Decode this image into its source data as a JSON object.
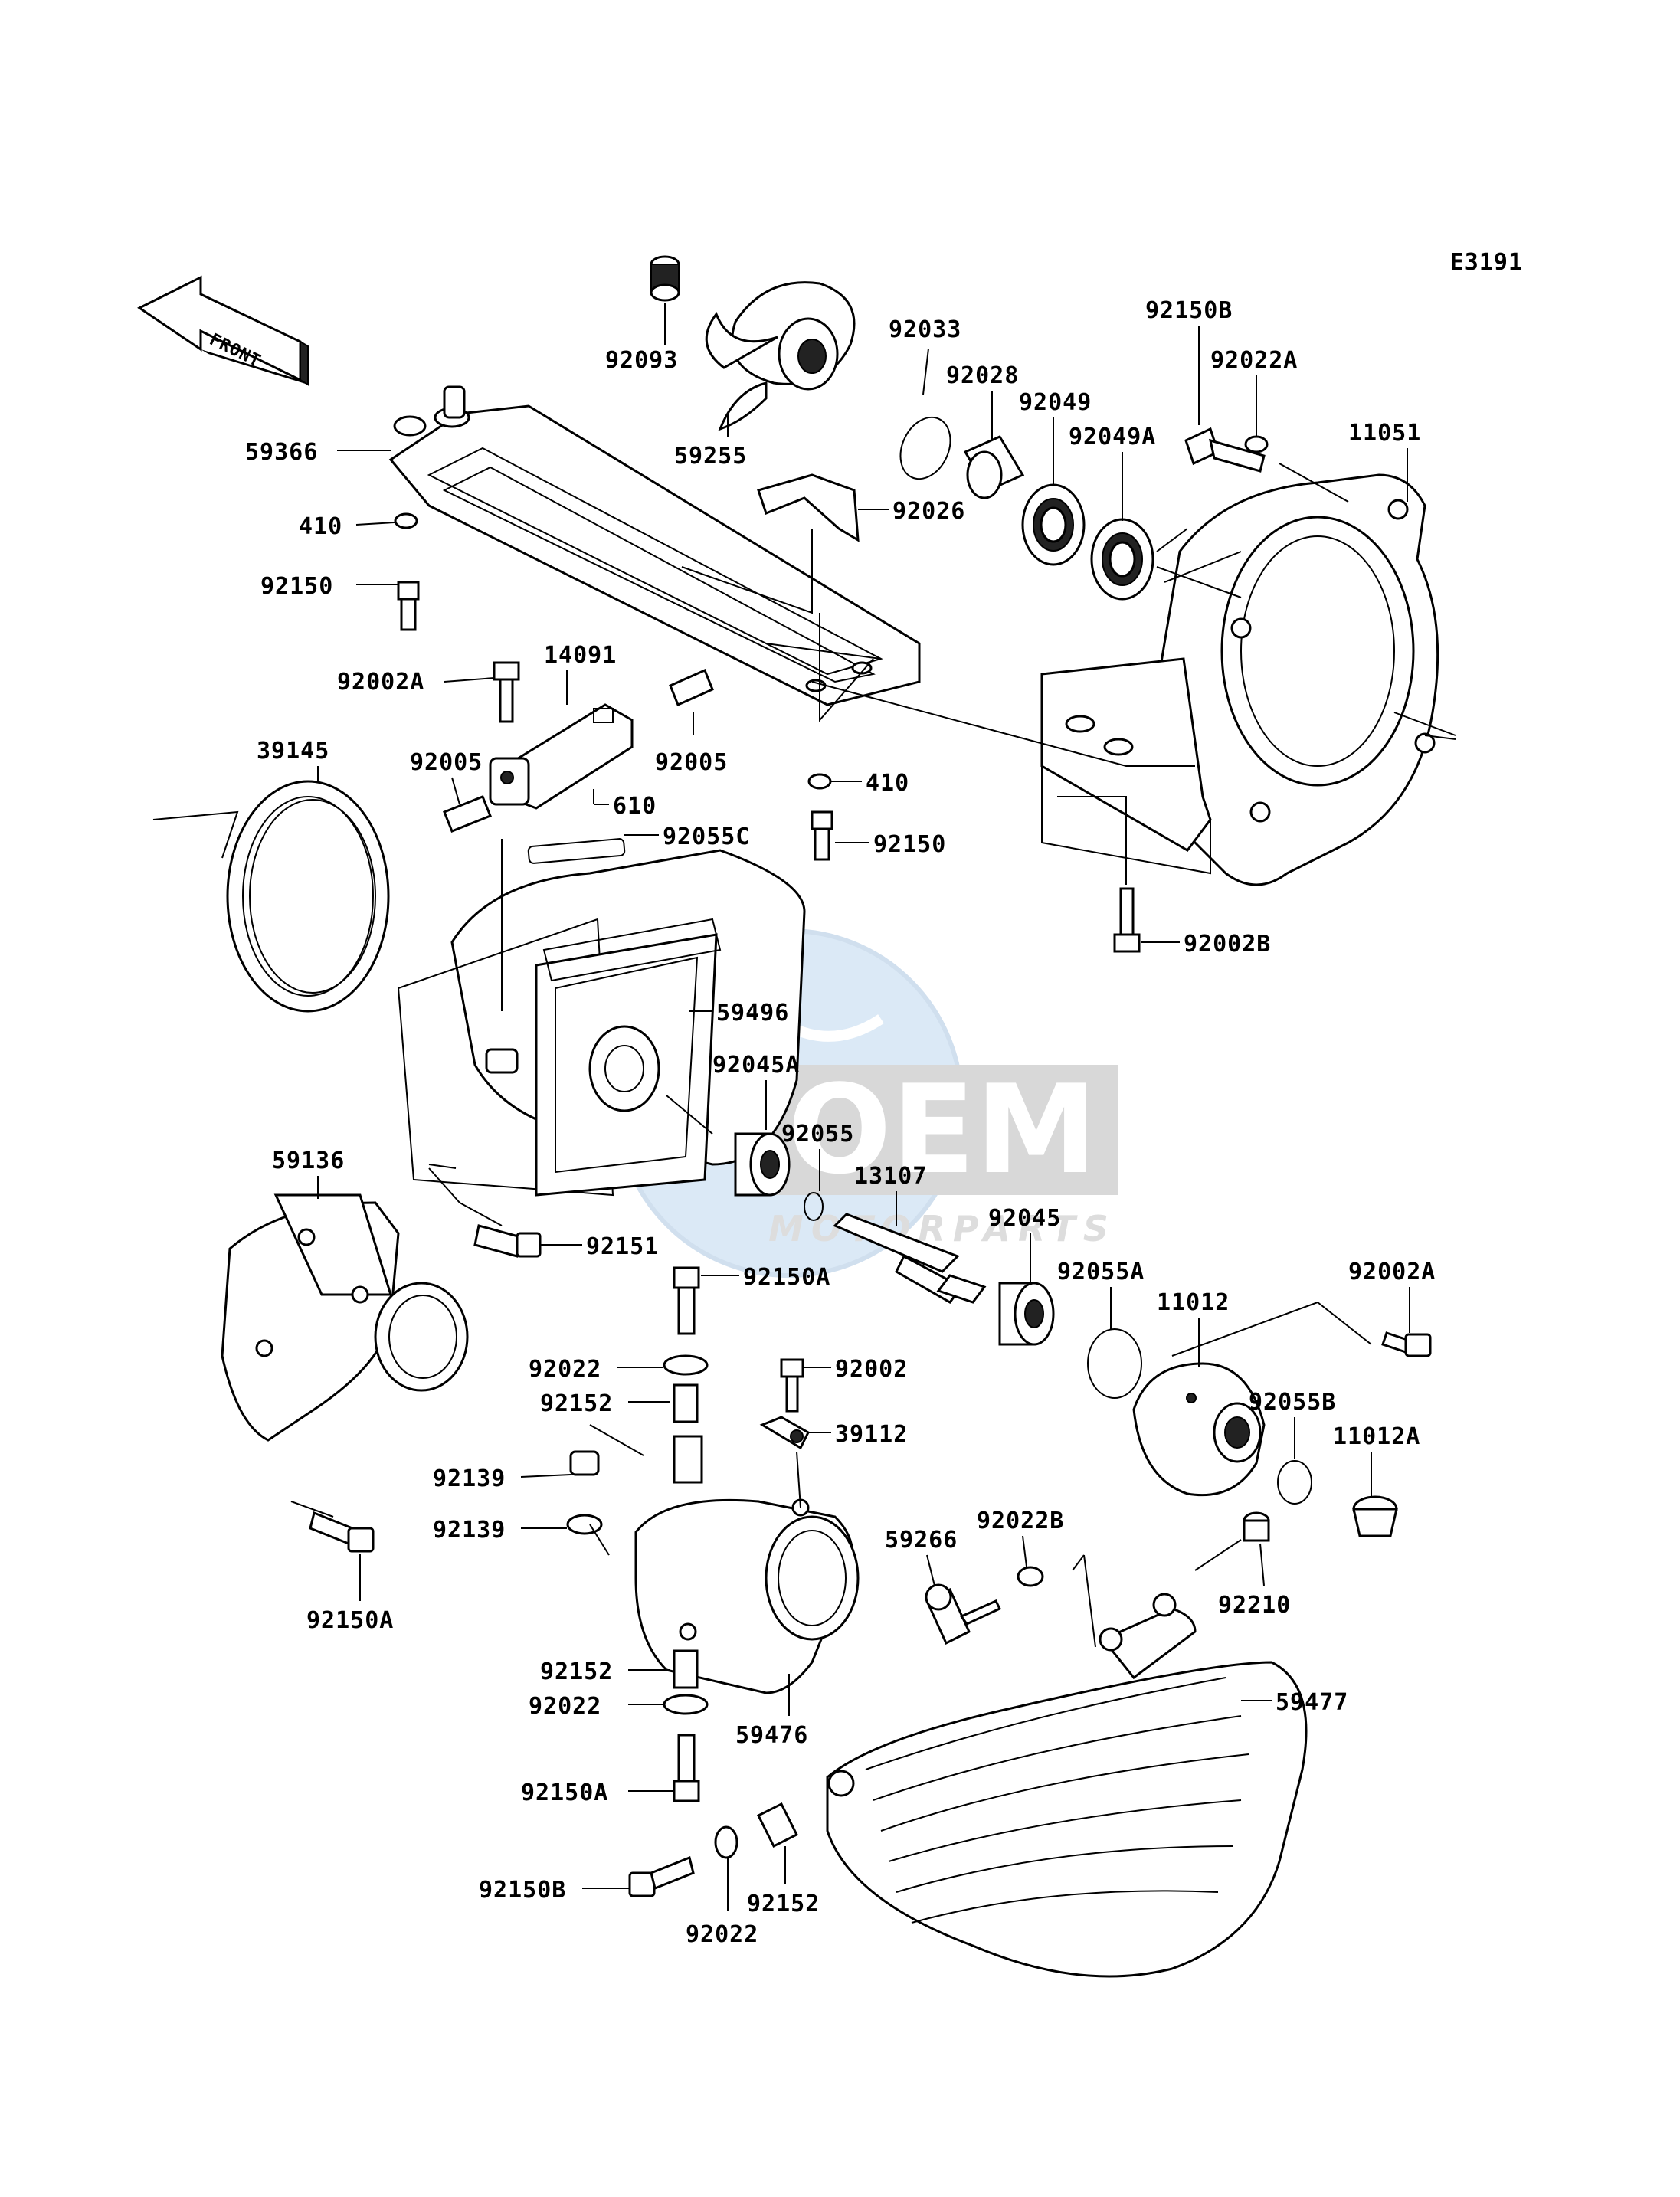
{
  "diagram_code": "E3191",
  "direction_label": "FRONT",
  "watermark": {
    "logo_text": "OEM",
    "subtitle": "MOTORPARTS"
  },
  "part_labels": [
    {
      "id": "92093",
      "name": "92093"
    },
    {
      "id": "59255",
      "name": "59255"
    },
    {
      "id": "92033",
      "name": "92033"
    },
    {
      "id": "92028",
      "name": "92028"
    },
    {
      "id": "92049",
      "name": "92049"
    },
    {
      "id": "92049A",
      "name": "92049A"
    },
    {
      "id": "92150B-top",
      "name": "92150B"
    },
    {
      "id": "92022A",
      "name": "92022A"
    },
    {
      "id": "11051",
      "name": "11051"
    },
    {
      "id": "59366",
      "name": "59366"
    },
    {
      "id": "410-top",
      "name": "410"
    },
    {
      "id": "92150-top",
      "name": "92150"
    },
    {
      "id": "92026",
      "name": "92026"
    },
    {
      "id": "14091",
      "name": "14091"
    },
    {
      "id": "92002A-top",
      "name": "92002A"
    },
    {
      "id": "92005-left",
      "name": "92005"
    },
    {
      "id": "92005-right",
      "name": "92005"
    },
    {
      "id": "610",
      "name": "610"
    },
    {
      "id": "39145",
      "name": "39145"
    },
    {
      "id": "92055C",
      "name": "92055C"
    },
    {
      "id": "410-mid",
      "name": "410"
    },
    {
      "id": "92150-mid",
      "name": "92150"
    },
    {
      "id": "92002B",
      "name": "92002B"
    },
    {
      "id": "59496",
      "name": "59496"
    },
    {
      "id": "92045A",
      "name": "92045A"
    },
    {
      "id": "92055",
      "name": "92055"
    },
    {
      "id": "13107",
      "name": "13107"
    },
    {
      "id": "59136",
      "name": "59136"
    },
    {
      "id": "92151",
      "name": "92151"
    },
    {
      "id": "92045",
      "name": "92045"
    },
    {
      "id": "92150A-mid",
      "name": "92150A"
    },
    {
      "id": "92055A",
      "name": "92055A"
    },
    {
      "id": "11012",
      "name": "11012"
    },
    {
      "id": "92002A-right",
      "name": "92002A"
    },
    {
      "id": "92022-upper",
      "name": "92022"
    },
    {
      "id": "92002",
      "name": "92002"
    },
    {
      "id": "92152-upper",
      "name": "92152"
    },
    {
      "id": "39112",
      "name": "39112"
    },
    {
      "id": "92055B",
      "name": "92055B"
    },
    {
      "id": "11012A",
      "name": "11012A"
    },
    {
      "id": "92139-a",
      "name": "92139"
    },
    {
      "id": "92139-b",
      "name": "92139"
    },
    {
      "id": "92150A-left",
      "name": "92150A"
    },
    {
      "id": "59266",
      "name": "59266"
    },
    {
      "id": "92022B",
      "name": "92022B"
    },
    {
      "id": "92210",
      "name": "92210"
    },
    {
      "id": "92152-lower",
      "name": "92152"
    },
    {
      "id": "92022-lower",
      "name": "92022"
    },
    {
      "id": "59476",
      "name": "59476"
    },
    {
      "id": "59477",
      "name": "59477"
    },
    {
      "id": "92150A-bottom",
      "name": "92150A"
    },
    {
      "id": "92150B-bottom",
      "name": "92150B"
    },
    {
      "id": "92022-bottom",
      "name": "92022"
    },
    {
      "id": "92152-bottom",
      "name": "92152"
    }
  ]
}
